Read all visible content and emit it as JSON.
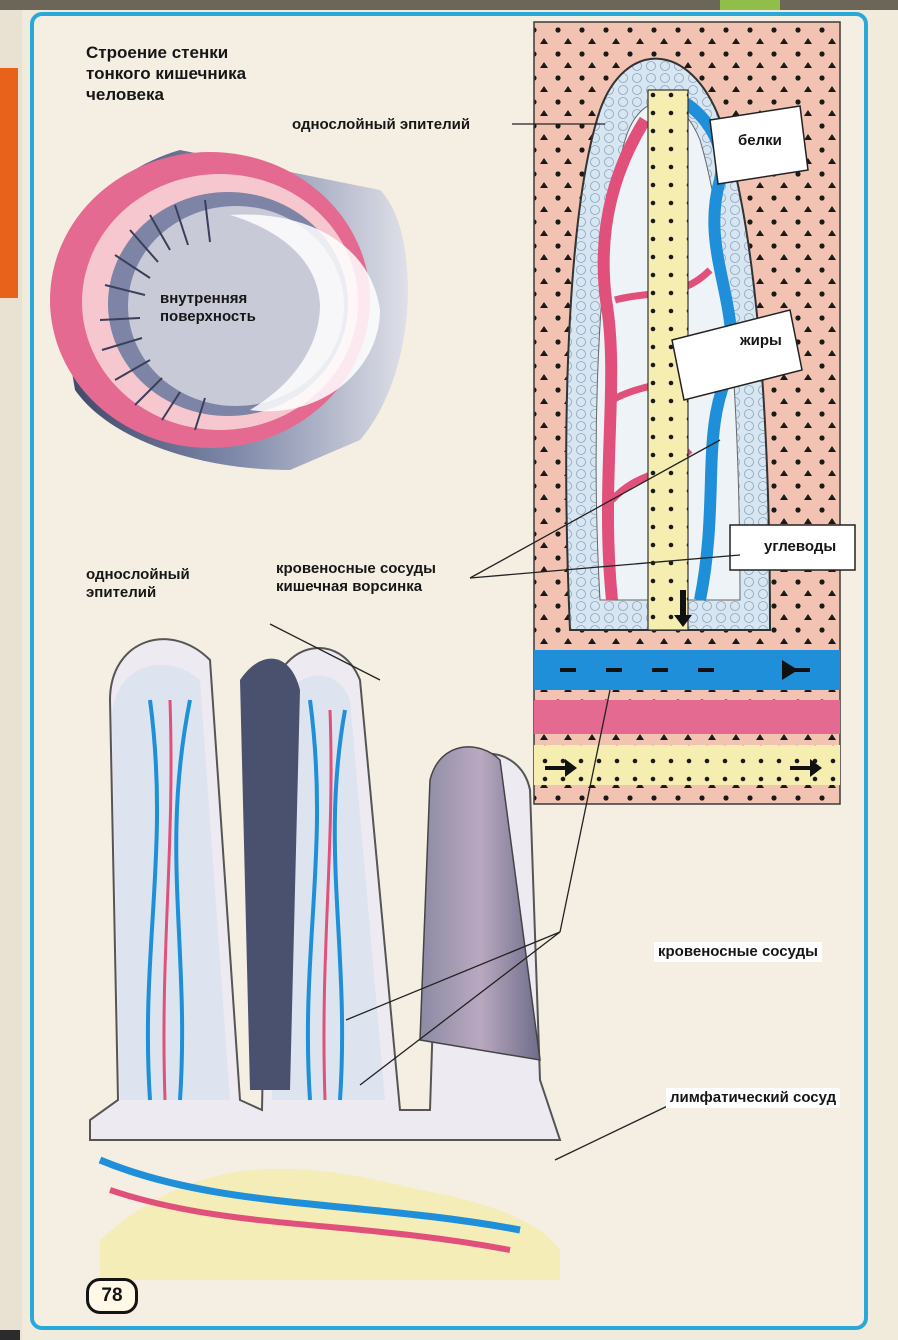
{
  "figure": {
    "title": "Строение стенки\nтонкого кишечника\nчеловека",
    "page_number": "78"
  },
  "labels": {
    "inner_surface": "внутренняя\nповерхность",
    "single_layer_epithelium_top": "однослойный эпителий",
    "proteins": "белки",
    "fats": "жиры",
    "carbohydrates": "углеводы",
    "single_layer_epithelium_bottom": "однослойный\nэпителий",
    "blood_vessels_villus": "кровеносные сосуды\nкишечная ворсинка",
    "blood_vessels": "кровеносные сосуды",
    "lymphatic_vessel": "лимфатический сосуд"
  },
  "colors": {
    "frame": "#2aa9d9",
    "artery": "#e0507a",
    "vein": "#1e8fd8",
    "lymph": "#f4ecb0",
    "mucosa": "#f2c0a8",
    "wall": "#55607e",
    "orange_tab": "#e8621c"
  }
}
